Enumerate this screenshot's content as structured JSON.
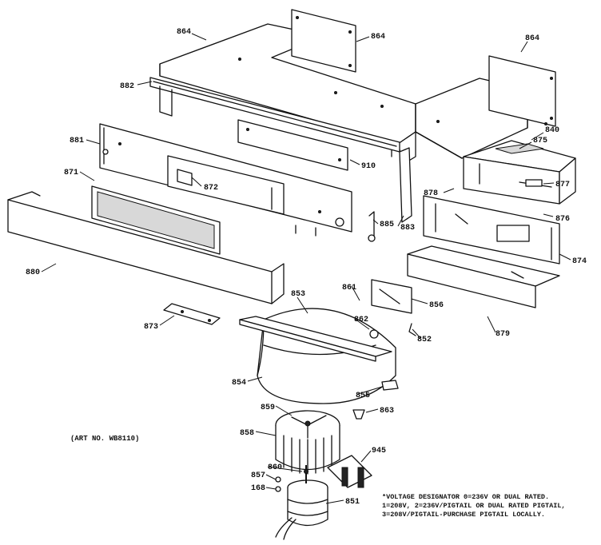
{
  "art_number": "(ART NO. WB8110)",
  "note_lines": [
    "*VOLTAGE DESIGNATOR 0=236V OR DUAL RATED.",
    "1=208V, 2=236V/PIGTAIL OR DUAL RATED PIGTAIL,",
    "3=208V/PIGTAIL-PURCHASE PIGTAIL LOCALLY."
  ],
  "part_labels": {
    "p864a": "864",
    "p864b": "864",
    "p864c": "864",
    "p882": "882",
    "p840": "840",
    "p875": "875",
    "p881": "881",
    "p910": "910",
    "p877": "877",
    "p878": "878",
    "p871": "871",
    "p872": "872",
    "p876": "876",
    "p885": "885",
    "p883": "883",
    "p874": "874",
    "p880": "880",
    "p853": "853",
    "p861": "861",
    "p856": "856",
    "p862": "862",
    "p852": "852",
    "p879": "879",
    "p873": "873",
    "p854": "854",
    "p855": "855",
    "p859": "859",
    "p863": "863",
    "p858": "858",
    "p945": "945",
    "p860": "860",
    "p857": "857",
    "p168": "168",
    "p851": "851"
  }
}
